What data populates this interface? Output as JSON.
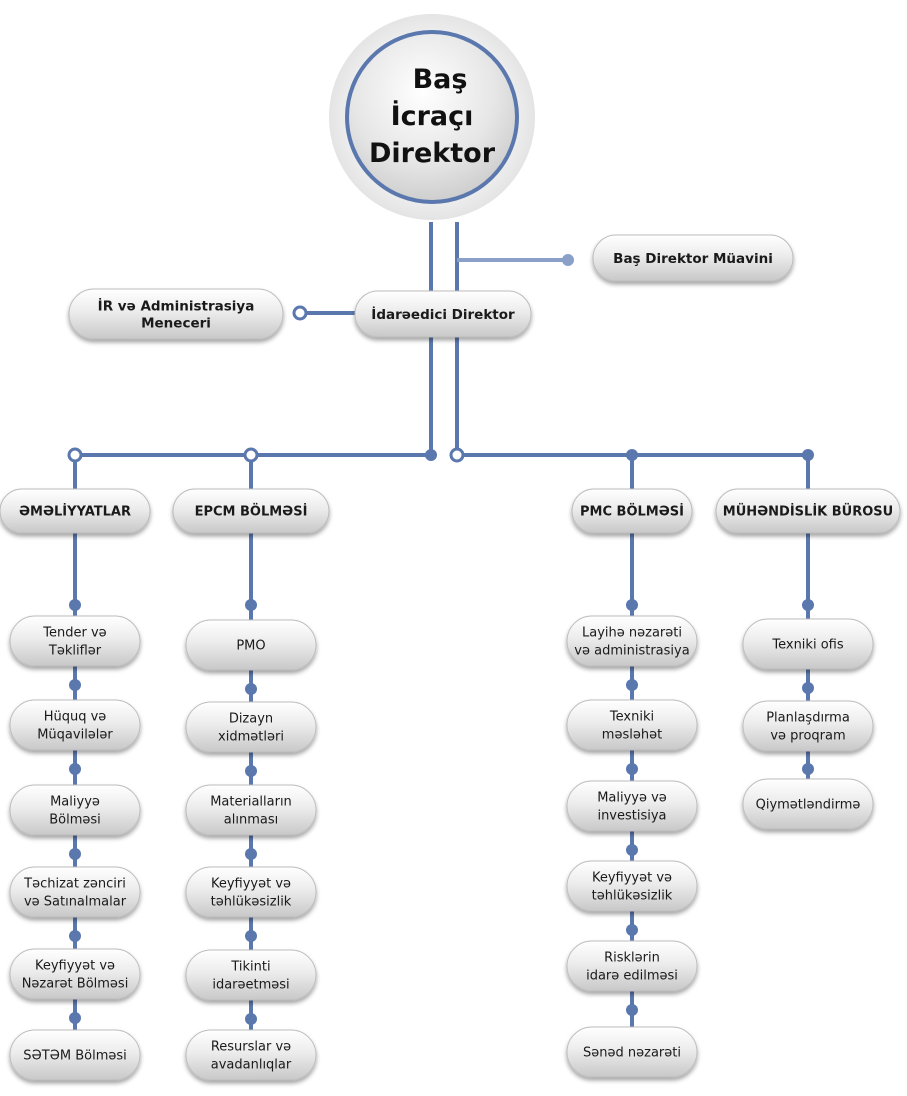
{
  "colors": {
    "line": "#5b78ae",
    "line_light": "#8aa0c8",
    "box_fill": "#e6e6e6",
    "box_dark": "#9a9a9a",
    "text": "#1a1a1a"
  },
  "ceo": {
    "lines": [
      "Baş",
      "İcraçı",
      "Direktor"
    ]
  },
  "deputy": {
    "label": "Baş Direktor Müavini"
  },
  "managing_director": {
    "label": "İdarəedici Direktor"
  },
  "hr_manager": {
    "lines": [
      "İR və Administrasiya",
      "Meneceri"
    ]
  },
  "departments": [
    {
      "title": "ƏMƏLİYYATLAR",
      "items": [
        [
          "Tender və",
          "Təkliflər"
        ],
        [
          "Hüquq və",
          "Müqavilələr"
        ],
        [
          "Maliyyə",
          "Bölməsi"
        ],
        [
          "Təchizat zənciri",
          "və Satınalmalar"
        ],
        [
          "Keyfiyyət və",
          "Nəzarət Bölməsi"
        ],
        [
          "SƏTƏM Bölməsi"
        ]
      ]
    },
    {
      "title": "EPCM BÖLMƏSİ",
      "items": [
        [
          "PMO"
        ],
        [
          "Dizayn",
          "xidmətləri"
        ],
        [
          "Materialların",
          "alınması"
        ],
        [
          "Keyfiyyət və",
          "təhlükəsizlik"
        ],
        [
          "Tikinti",
          "idarəetməsi"
        ],
        [
          "Resurslar və",
          "avadanlıqlar"
        ]
      ]
    },
    {
      "title": "PMC BÖLMƏSİ",
      "items": [
        [
          "Layihə nəzarəti",
          "və administrasiya"
        ],
        [
          "Texniki",
          "məsləhət"
        ],
        [
          "Maliyyə və",
          "investisiya"
        ],
        [
          "Keyfiyyət və",
          "təhlükəsizlik"
        ],
        [
          "Risklərin",
          "idarə edilməsi"
        ],
        [
          "Sənəd nəzarəti"
        ]
      ]
    },
    {
      "title": "MÜHƏNDİSLİK BÜROSU",
      "items": [
        [
          "Texniki ofis"
        ],
        [
          "Planlaşdırma",
          "və proqram"
        ],
        [
          "Qiymətləndirmə"
        ]
      ]
    }
  ]
}
